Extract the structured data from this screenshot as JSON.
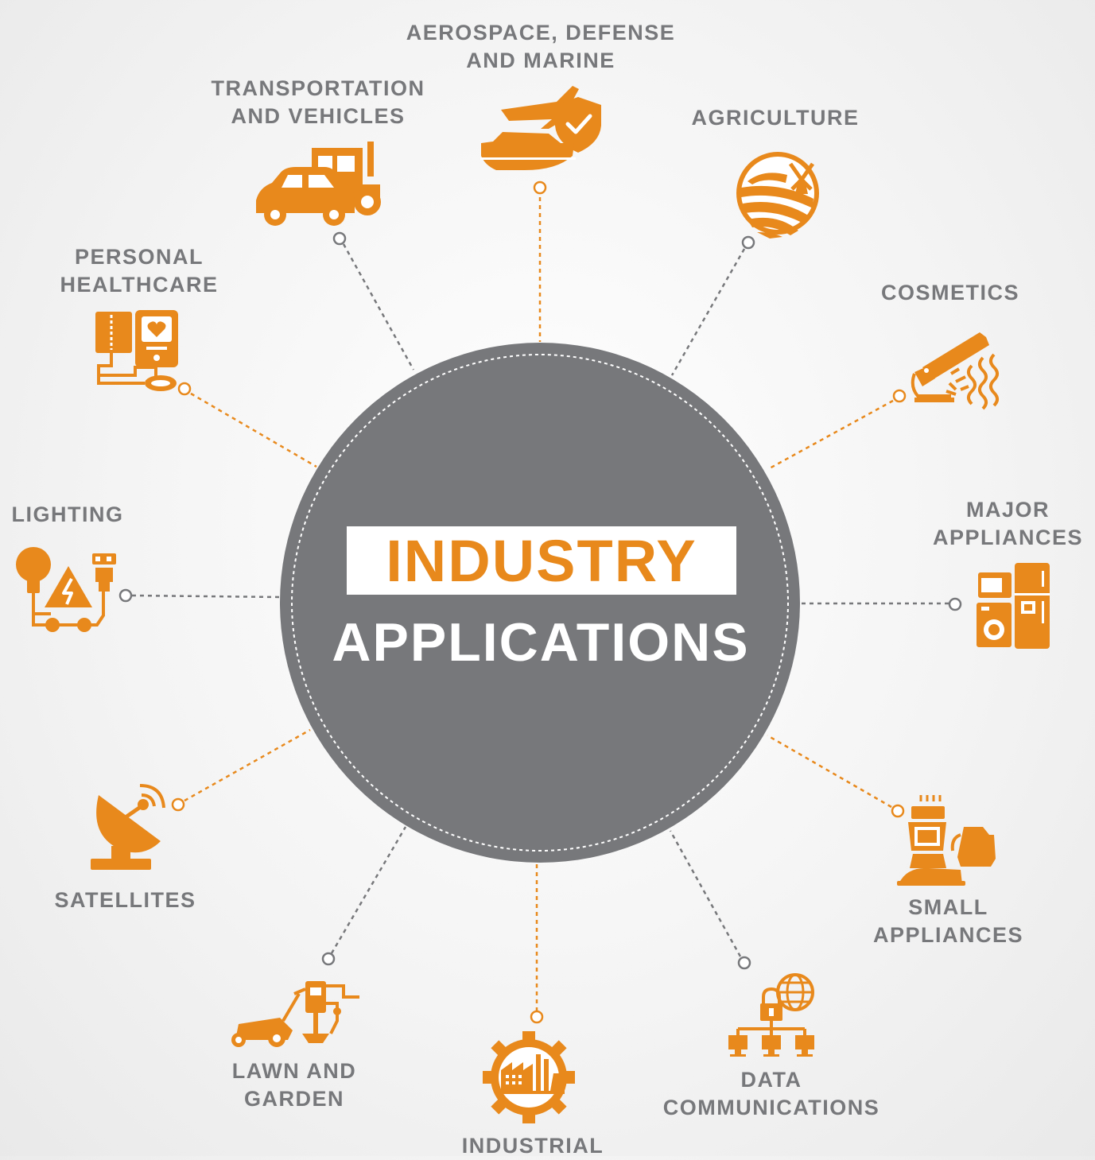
{
  "hub": {
    "title": "INDUSTRY",
    "subtitle": "APPLICATIONS"
  },
  "colors": {
    "accent": "#e8891c",
    "hub": "#77787b",
    "label": "#77787b",
    "background": "#f2f2f2"
  },
  "applications": [
    {
      "line1": "AEROSPACE, DEFENSE",
      "line2": "AND MARINE",
      "icon": "airplane-shield-ship-icon"
    },
    {
      "line1": "AGRICULTURE",
      "line2": "",
      "icon": "farm-windmill-icon"
    },
    {
      "line1": "COSMETICS",
      "line2": "",
      "icon": "hair-straightener-icon"
    },
    {
      "line1": "MAJOR",
      "line2": "APPLIANCES",
      "icon": "washer-fridge-icon"
    },
    {
      "line1": "SMALL",
      "line2": "APPLIANCES",
      "icon": "blender-kettle-iron-icon"
    },
    {
      "line1": "DATA",
      "line2": "COMMUNICATIONS",
      "icon": "network-lock-globe-icon"
    },
    {
      "line1": "INDUSTRIAL",
      "line2": "",
      "icon": "factory-gear-icon"
    },
    {
      "line1": "LAWN AND",
      "line2": "GARDEN",
      "icon": "lawnmower-drill-icon"
    },
    {
      "line1": "SATELLITES",
      "line2": "",
      "icon": "satellite-dish-icon"
    },
    {
      "line1": "LIGHTING",
      "line2": "",
      "icon": "bulb-warning-plug-icon"
    },
    {
      "line1": "PERSONAL",
      "line2": "HEALTHCARE",
      "icon": "blood-pressure-monitor-icon"
    },
    {
      "line1": "TRANSPORTATION",
      "line2": "AND VEHICLES",
      "icon": "car-tractor-icon"
    }
  ]
}
